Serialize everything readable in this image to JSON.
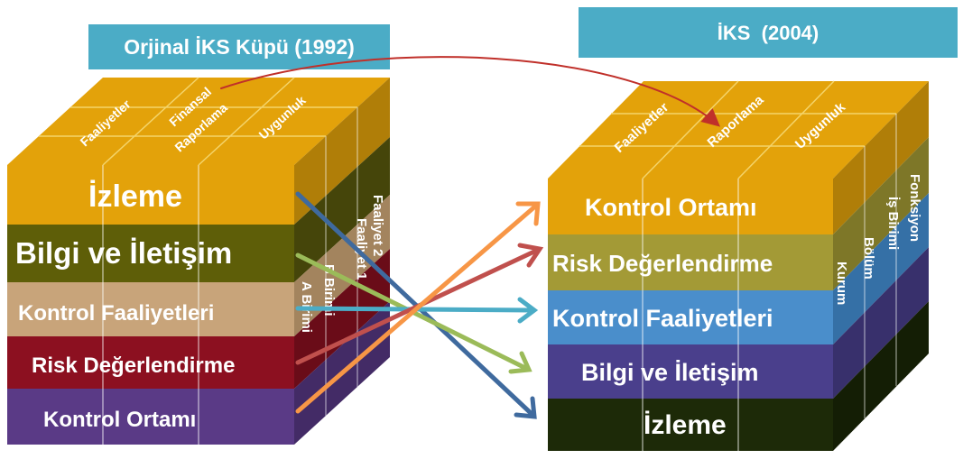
{
  "left_cube": {
    "title": "Orjinal İKS Küpü (1992)",
    "top_labels": [
      "Faaliyetler",
      "Finansal",
      "Raporlama",
      "Uygunluk"
    ],
    "rows": [
      {
        "label": "İzleme",
        "color": "#e3a20a"
      },
      {
        "label": "Bilgi ve İletişim",
        "color": "#5e5e08"
      },
      {
        "label": "Kontrol Faaliyetleri",
        "color": "#c8a47a"
      },
      {
        "label": "Risk Değerlendirme",
        "color": "#8c1020"
      },
      {
        "label": "Kontrol Ortamı",
        "color": "#5a3a86"
      }
    ],
    "side_labels": [
      "Faaliyet 2",
      "Faaliyet 1",
      "B Birimi",
      "A Birimi"
    ]
  },
  "right_cube": {
    "title": "İKS  (2004)",
    "top_labels": [
      "Faaliyetler",
      "Raporlama",
      "Uygunluk"
    ],
    "rows": [
      {
        "label": "Kontrol Ortamı",
        "color": "#e3a20a"
      },
      {
        "label": "Risk Değerlendirme",
        "color": "#a39a36"
      },
      {
        "label": "Kontrol Faaliyetleri",
        "color": "#4a8ecb"
      },
      {
        "label": "Bilgi ve İletişim",
        "color": "#4a3f8c"
      },
      {
        "label": "İzleme",
        "color": "#1d2a08"
      }
    ],
    "side_labels": [
      "Fonksiyon",
      "İş Birimi",
      "Bölüm",
      "Kurum"
    ]
  },
  "colors": {
    "title_box": "#4bacc6",
    "top_face": "#e3a20a",
    "grid": "#ffffff",
    "arrow_left_to_right_title": "#c0302a",
    "arrow_izleme": "#3f6a9e",
    "arrow_bilgi": "#9bbb59",
    "arrow_kontrol_faaliyetleri": "#4bacc6",
    "arrow_risk": "#c0504d",
    "arrow_kontrol_ortami": "#f79646"
  }
}
